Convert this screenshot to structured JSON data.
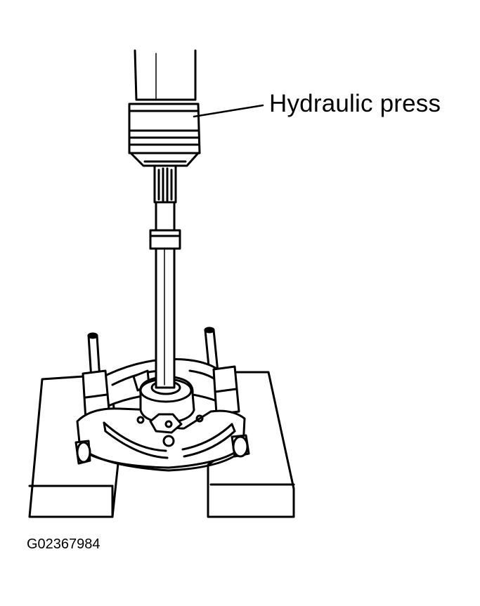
{
  "diagram": {
    "callout": {
      "text": "Hydraulic press"
    },
    "figure_id": "G02367984",
    "colors": {
      "ink": "#000000",
      "paper": "#ffffff"
    },
    "parts": {
      "press_ram": "hydraulic-press",
      "spindle": "drive-shaft",
      "puller": "bearing-separator",
      "supports": [
        "left-support-block",
        "right-support-block"
      ]
    }
  }
}
